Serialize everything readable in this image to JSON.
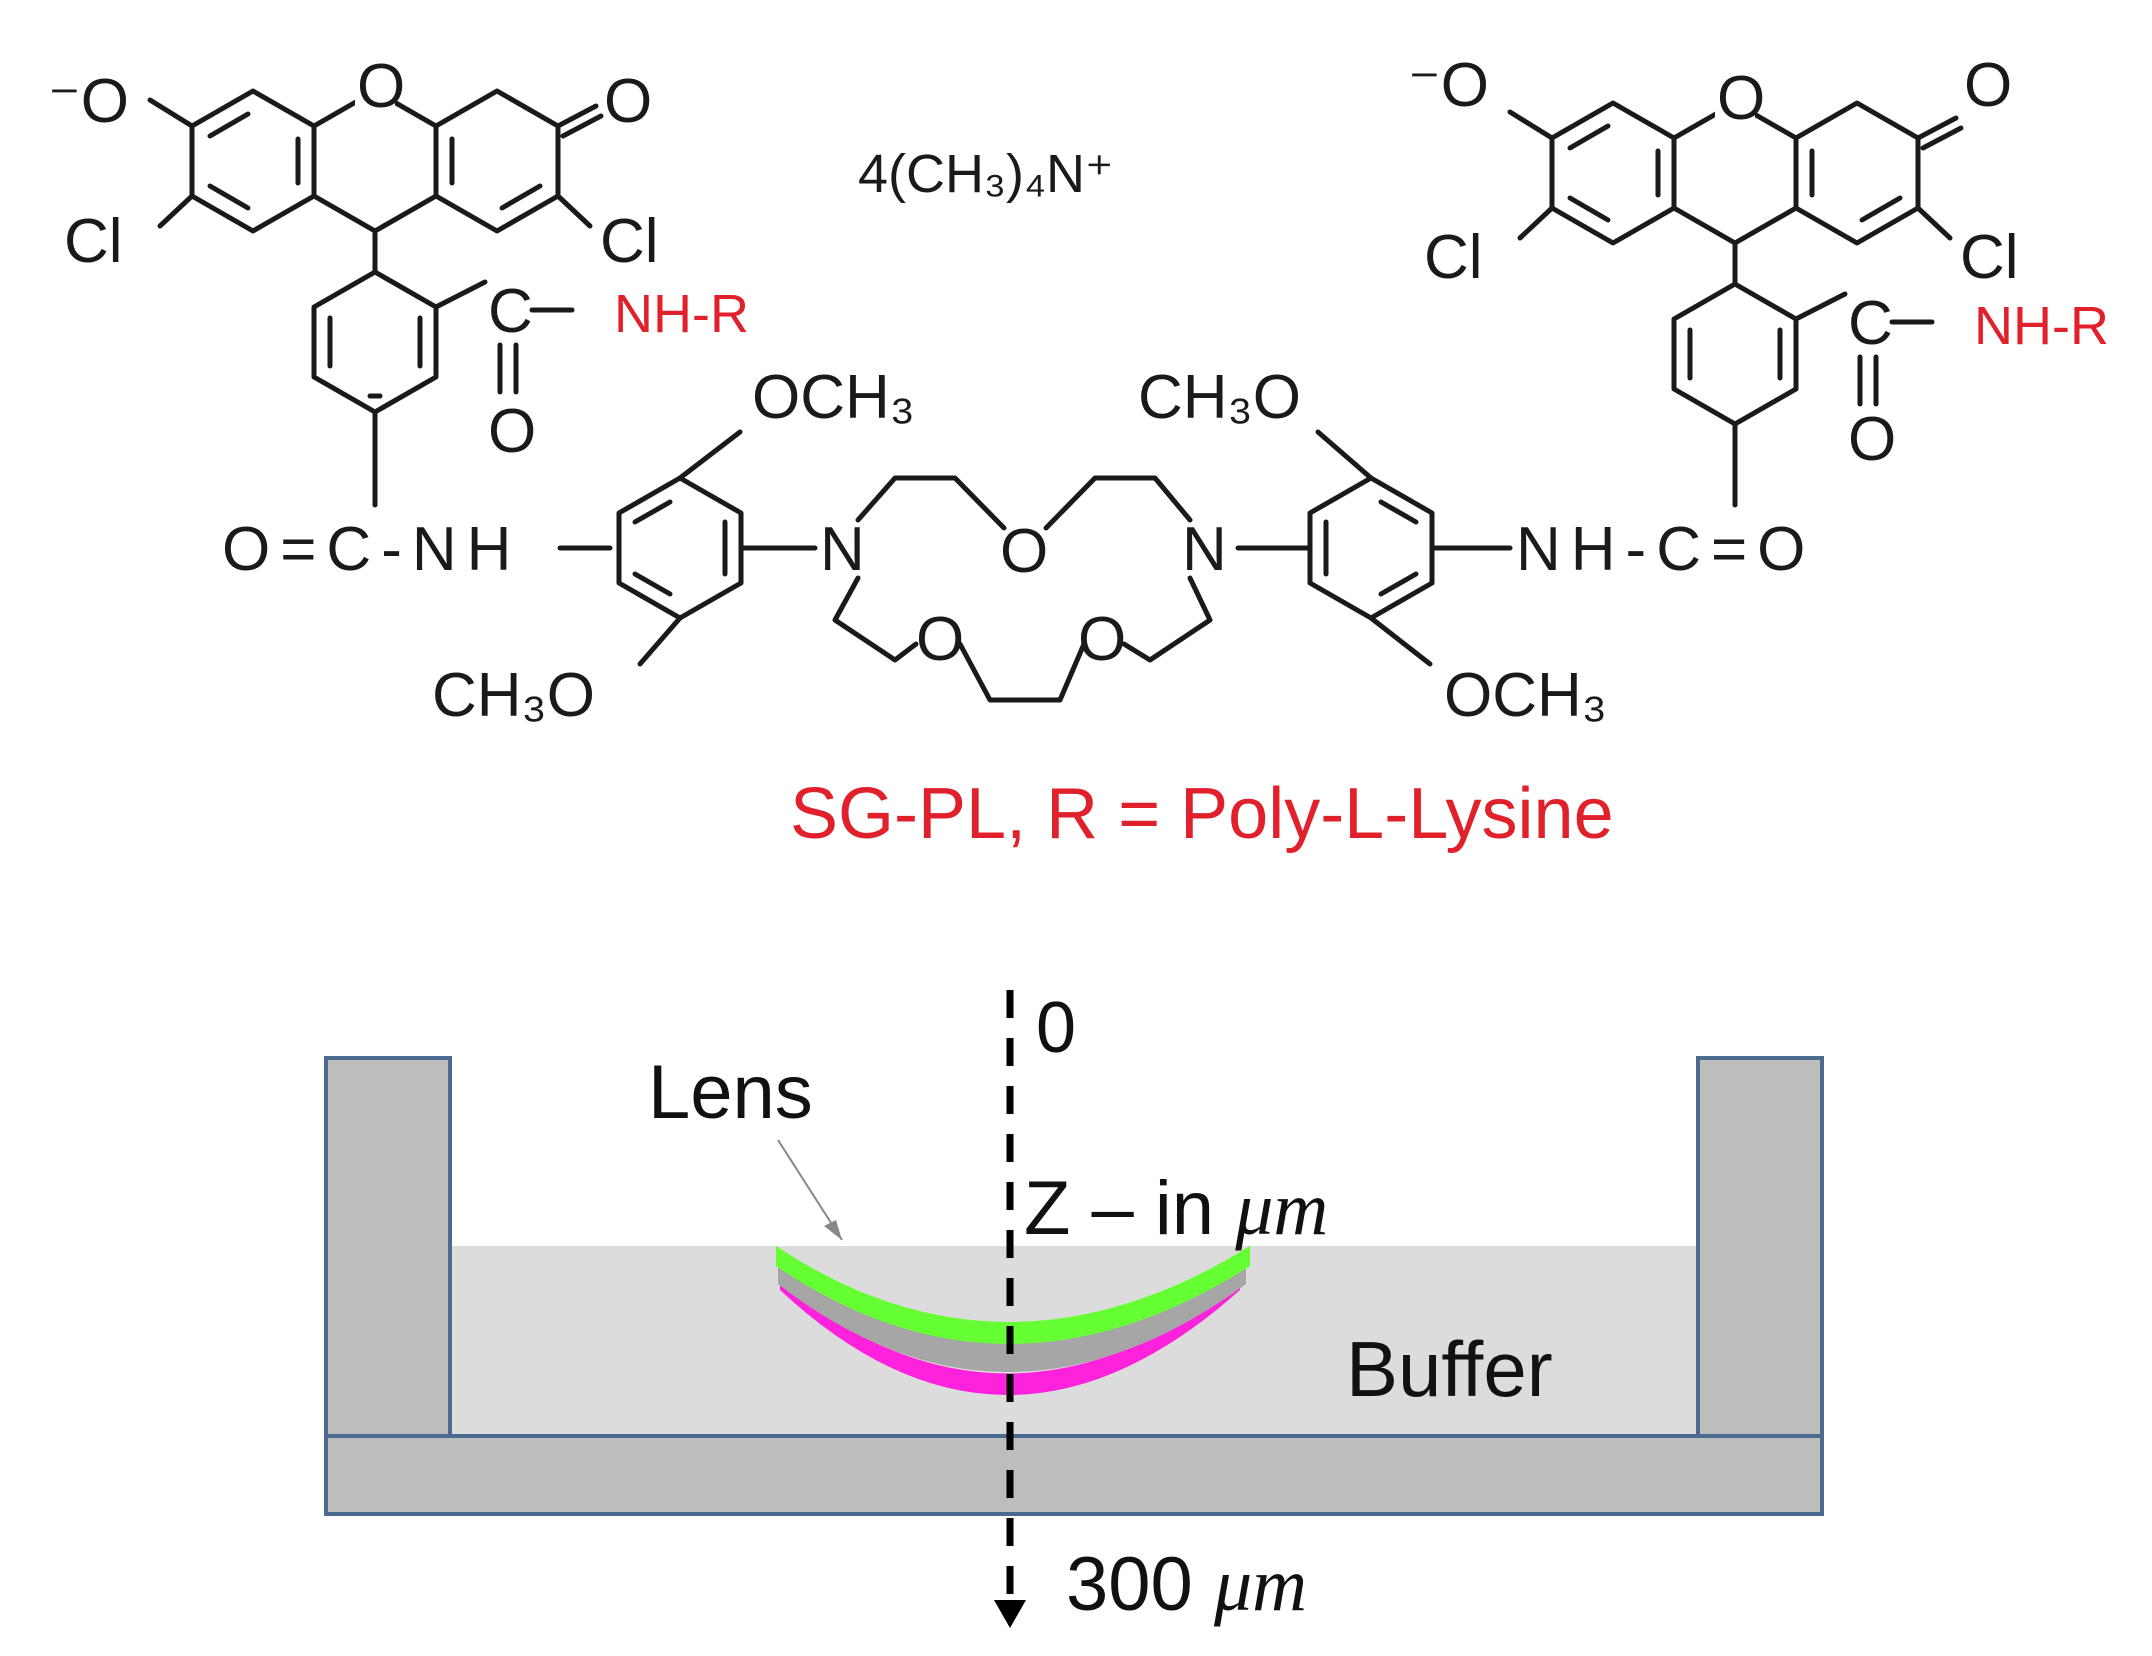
{
  "molecule": {
    "counter_ion": "4(CH₃)₄N⁺",
    "left_xanthene": {
      "phenoxide": "⁻O",
      "carbonyl_o": "O",
      "ring_o": "O",
      "cl_left": "Cl",
      "cl_right": "Cl"
    },
    "right_xanthene": {
      "phenoxide": "⁻O",
      "carbonyl_o": "O",
      "ring_o": "O",
      "cl_left": "Cl",
      "cl_right": "Cl"
    },
    "left_amide": {
      "carbon": "C",
      "carbonyl_o": "O",
      "substituent": "NH-R"
    },
    "right_amide": {
      "carbon": "C",
      "carbonyl_o": "O",
      "substituent": "NH-R"
    },
    "left_linker": "O=C-NH",
    "right_linker": "NH-C=O",
    "methoxy_left_top": "OCH₃",
    "methoxy_left_bottom": "CH₃O",
    "methoxy_right_top": "CH₃O",
    "methoxy_right_bottom": "OCH₃",
    "crown": {
      "n_left": "N",
      "n_right": "N",
      "o_top": "O",
      "o_bl": "O",
      "o_br": "O"
    },
    "caption": "SG-PL, R = Poly-L-Lysine",
    "caption_color": "#e0202a"
  },
  "schematic": {
    "z_start": "0",
    "lens_label": "Lens",
    "axis_label_prefix": "Z – in",
    "axis_unit": "μm",
    "buffer_label": "Buffer",
    "z_end_value": "300",
    "z_end_unit": "μm",
    "colors": {
      "wall_fill": "#bdbdbd",
      "wall_stroke": "#4a6a90",
      "buffer_fill": "#dcdcdc",
      "lens_top": "#66ff33",
      "lens_middle": "#a6a6a6",
      "lens_bottom": "#ff22dd"
    }
  }
}
